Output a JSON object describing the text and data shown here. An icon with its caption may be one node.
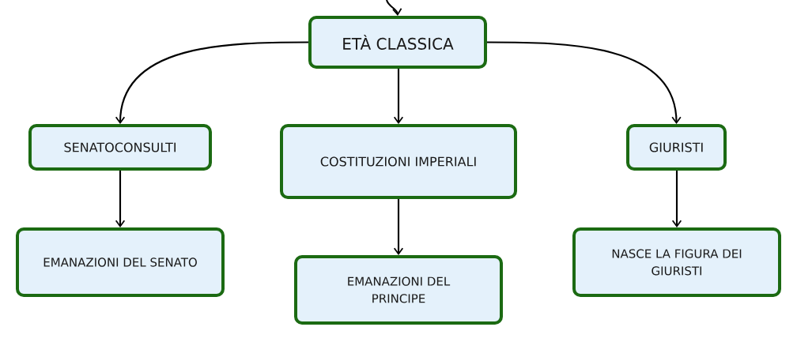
{
  "diagram": {
    "nodes": [
      {
        "text": [
          "ETÀ CLASSICA"
        ]
      },
      {
        "text": [
          "SENATOCONSULTI"
        ]
      },
      {
        "text": [
          "COSTITUZIONI IMPERIALI"
        ]
      },
      {
        "text": [
          "GIURISTI"
        ]
      },
      {
        "text": [
          "EMANAZIONI DEL SENATO"
        ]
      },
      {
        "text": [
          "EMANAZIONI DEL PRINCIPE"
        ]
      },
      {
        "text": [
          "NASCE LA FIGURA DEI GIURISTI"
        ]
      }
    ],
    "edges": [
      {
        "from": null,
        "to": 0,
        "arrow": "to"
      },
      {
        "from": 0,
        "to": 1,
        "arrow": "to"
      },
      {
        "from": 0,
        "to": 2,
        "arrow": "to"
      },
      {
        "from": 0,
        "to": 3,
        "arrow": "to"
      },
      {
        "from": 1,
        "to": 4,
        "arrow": "to"
      },
      {
        "from": 2,
        "to": 5,
        "arrow": "to"
      },
      {
        "from": 3,
        "to": 6,
        "arrow": "to"
      }
    ]
  }
}
